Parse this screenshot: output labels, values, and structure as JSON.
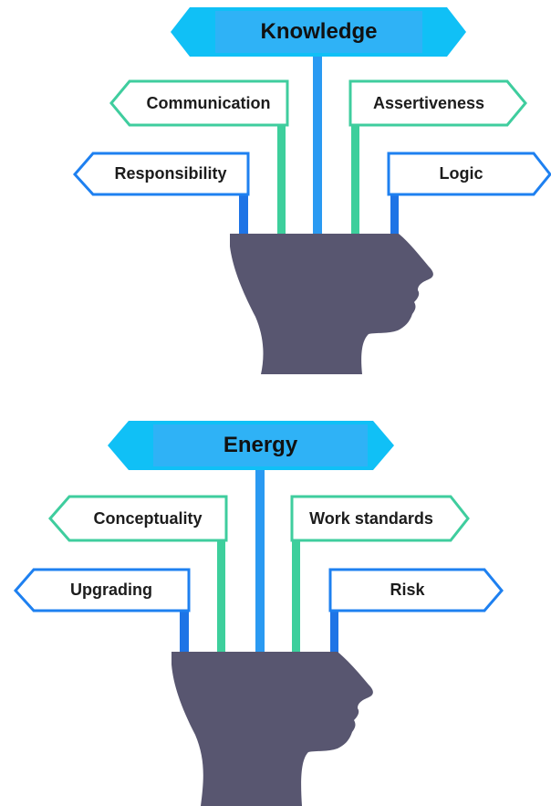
{
  "colors": {
    "head": "#585670",
    "blue_sign": "#1e80f0",
    "green_sign": "#3fcd9e",
    "top_sign_fill": "#10c0f6",
    "top_sign_inner": "#2fb2f6",
    "pole_blue": "#2a9af2",
    "pole_green": "#3dcf9c",
    "pole_dark_blue": "#1e74e6"
  },
  "diagrams": [
    {
      "title": "Knowledge",
      "left_signs": [
        "Communication",
        "Responsibility"
      ],
      "right_signs": [
        "Assertiveness",
        "Logic"
      ]
    },
    {
      "title": "Energy",
      "left_signs": [
        "Conceptuality",
        "Upgrading"
      ],
      "right_signs": [
        "Work standards",
        "Risk"
      ]
    }
  ]
}
